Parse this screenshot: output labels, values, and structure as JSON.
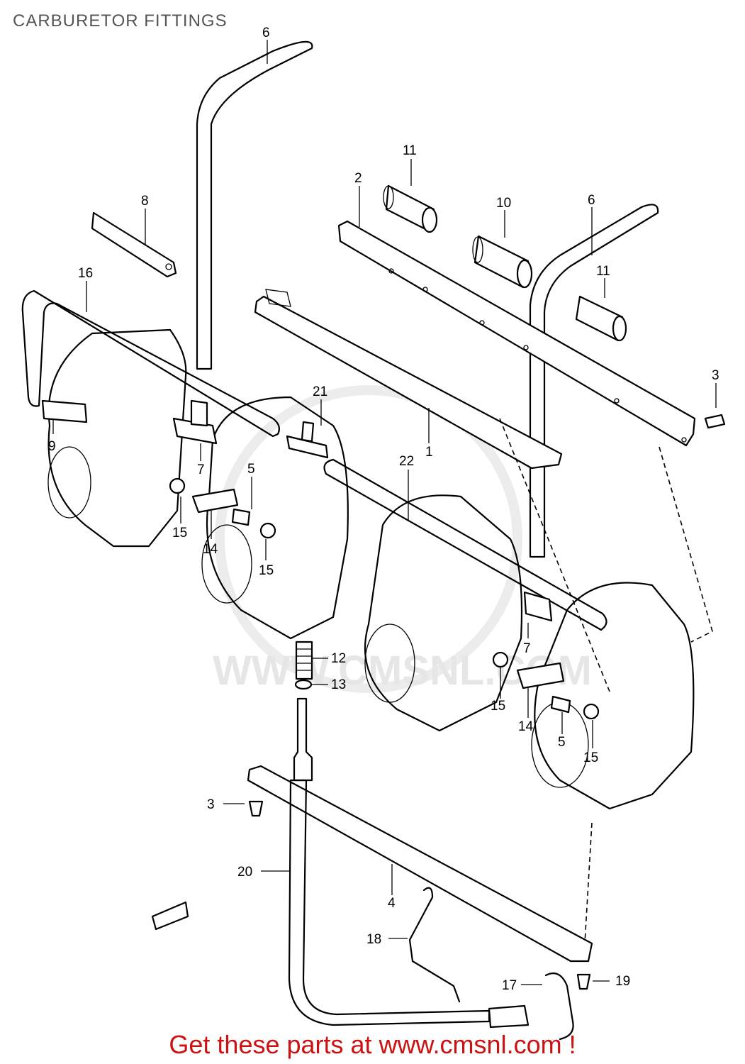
{
  "title": "CARBURETOR FITTINGS",
  "footer": "Get these parts at www.cmsnl.com !",
  "watermark": "WWW.CMSNL.COM",
  "callouts": {
    "c1": "1",
    "c2": "2",
    "c3a": "3",
    "c3b": "3",
    "c4": "4",
    "c5a": "5",
    "c5b": "5",
    "c6a": "6",
    "c6b": "6",
    "c7a": "7",
    "c7b": "7",
    "c8": "8",
    "c9": "9",
    "c10": "10",
    "c11a": "11",
    "c11b": "11",
    "c12": "12",
    "c13": "13",
    "c14a": "14",
    "c14b": "14",
    "c15a": "15",
    "c15b": "15",
    "c15c": "15",
    "c15d": "15",
    "c16": "16",
    "c17": "17",
    "c18": "18",
    "c19": "19",
    "c20": "20",
    "c21": "21",
    "c22": "22"
  },
  "colors": {
    "title": "#555555",
    "footer": "#cc1111",
    "line": "#000000"
  }
}
